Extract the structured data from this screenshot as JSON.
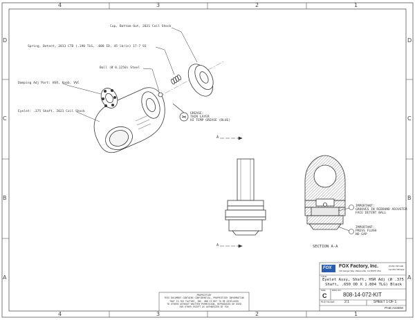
{
  "zones": {
    "columns": [
      "4",
      "3",
      "2",
      "1"
    ],
    "rows": [
      "D",
      "C",
      "B",
      "A"
    ]
  },
  "callouts": {
    "cup": "Cup, Bottom Out, 2021 Coil Shock",
    "spring": "Spring, Detent, 2013 CTD (.190 TLG, .088 ID, 45 lb/in) 17-7 SS",
    "ball": "Ball (Ø 0.1250) Steel",
    "damping_adj": "Damping Adj Part: HSR, Knob, VVC",
    "eyelet": "Eyelet: .375 Shaft, 2021 Coil Shock",
    "grease_1": "GREASE:",
    "grease_2": "THIN LAYER",
    "grease_3": "HI TEMP GREASE (BLUE)",
    "section_marker": "A",
    "section_title": "SECTION  A-A",
    "important1_1": "IMPORTANT:",
    "important1_2": "GROOVES IN REBOUND ADJUSTER",
    "important1_3": "FACE DETENT BALL",
    "important2_1": "IMPORTANT:",
    "important2_2": "PRESS FLUSH",
    "important2_3": "NO GAP"
  },
  "proprietary": {
    "line1": "PROPRIETARY",
    "line2": "THIS DOCUMENT CONTAINS CONFIDENTIAL, PROPRIETARY INFORMATION",
    "line3": "THAT IS FOX FACTORY, INC. AND IS NOT TO BE DISCLOSED",
    "line4": "TO OTHERS WITHOUT WRITTEN PERMISSION, REPRODUCED OR USED",
    "line5": "FOR OTHER EXCEPT AS AUTHORIZED BY FOX"
  },
  "title_block": {
    "logo": "FOX",
    "company": "FOX Factory, Inc.",
    "address": "130 Hangar Way, Watsonville, CA 95076 USA",
    "phone1": "Ph 831 768 1100",
    "phone2": "Fax 831 768 9312",
    "title_label": "TITLE:",
    "title_line1": "Eyelet Assy, Shaft, HSR Adj (Ø .375",
    "title_line2": "Shaft, .650 OD X 1.804 TLG) Black",
    "size_label": "SIZE",
    "size": "C",
    "dwg_label": "DWG NO.",
    "dwg_no": "808-14-072-KIT",
    "scale_label": "PLOT SCALE",
    "scale": "2:1",
    "sheet": "SHEET 1 OF 1",
    "footer": "ProE ASSEM"
  }
}
